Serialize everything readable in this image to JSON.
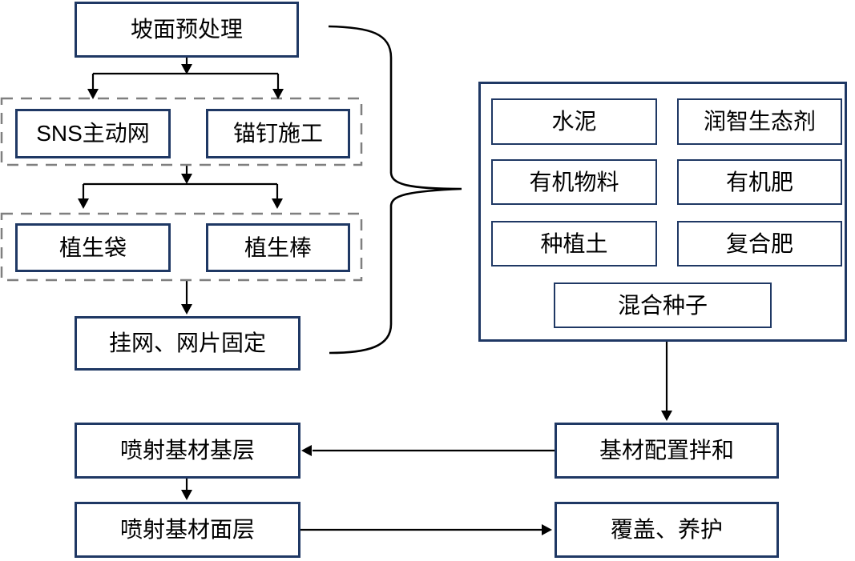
{
  "diagram": {
    "background": "#FFFFFF",
    "colors": {
      "node_border": "#1F3864",
      "dashed_container_border": "#7F7F7F",
      "connector": "#000000",
      "text": "#000000"
    },
    "nodes": {
      "slope_pretreatment": "坡面预处理",
      "sns_active_net": "SNS主动网",
      "anchor_bolt_construction": "锚钉施工",
      "vegetation_bag": "植生袋",
      "vegetation_rod": "植生棒",
      "net_hanging_fixing": "挂网、网片固定",
      "substrate_mixing": "基材配置拌和",
      "spray_base_layer": "喷射基材基层",
      "spray_surface_layer": "喷射基材面层",
      "cover_maintenance": "覆盖、养护"
    },
    "materials": {
      "cement": "水泥",
      "runzhi_eco_agent": "润智生态剂",
      "organic_material": "有机物料",
      "organic_fertilizer": "有机肥",
      "planting_soil": "种植土",
      "compound_fertilizer": "复合肥",
      "mixed_seeds": "混合种子"
    }
  }
}
